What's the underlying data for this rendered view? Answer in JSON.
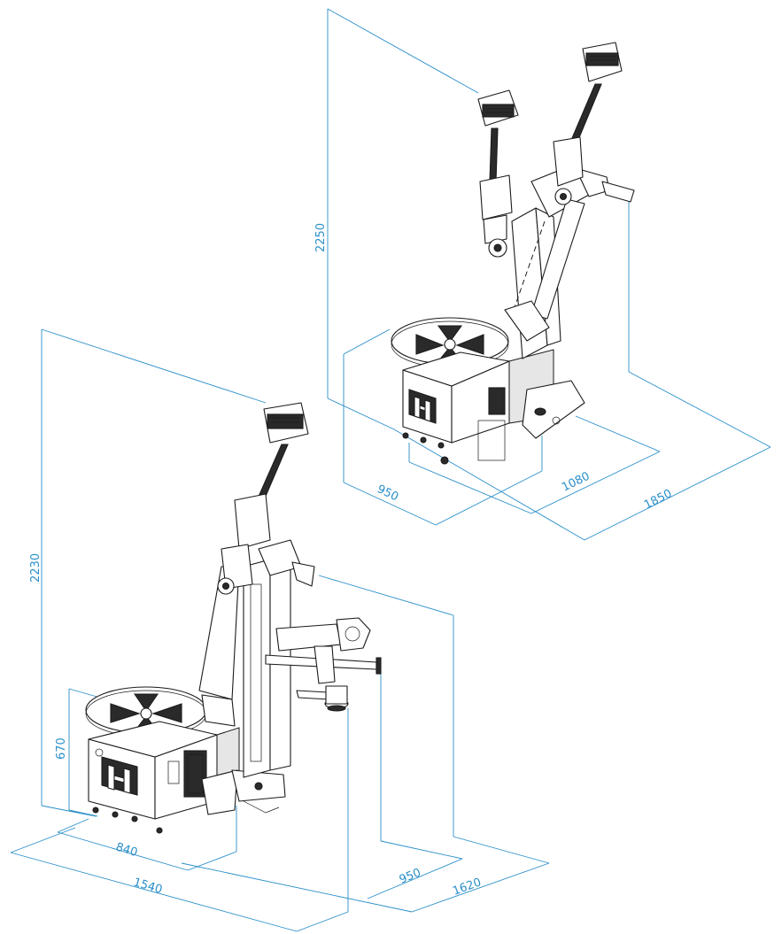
{
  "diagram": {
    "accent_color": "#2a8fc9",
    "line_color": "#1b1b1b",
    "upper_machine": {
      "dimensions": {
        "height": "2250",
        "width": "950",
        "depth": "1080",
        "overall": "1850"
      }
    },
    "lower_machine": {
      "dimensions": {
        "height": "2230",
        "table_height": "670",
        "width": "840",
        "overall_width": "1540",
        "arm_depth": "950",
        "overall_depth": "1620"
      }
    }
  }
}
